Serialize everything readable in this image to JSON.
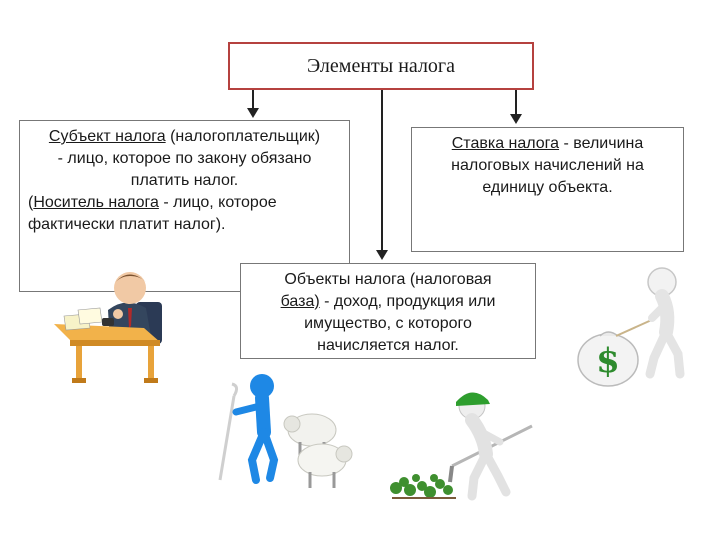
{
  "title": "Элементы  налога",
  "subject": {
    "term": "Субъект налога",
    "line1_rest": " (налогоплательщик)",
    "line2": "- лицо, которое по закону обязано",
    "line3": "платить налог.",
    "line4_prefix": "(",
    "carrier_term": "Носитель налога",
    "line4_rest": " - лицо, которое",
    "line5": "фактически платит налог)."
  },
  "rate": {
    "term": "Ставка налога",
    "line1_rest": " - величина",
    "line2": "налоговых начислений на",
    "line3": "единицу объекта."
  },
  "objects": {
    "line1": "Объекты налога (налоговая",
    "line2_term": "база)",
    "line2_rest": " - доход, продукция или",
    "line3": "имущество, с которого",
    "line4": "начисляется налог."
  },
  "colors": {
    "title_border": "#b5413f",
    "blue_figure": "#1e88e5",
    "green_cap": "#2e9e2e",
    "dollar": "#2e8b2e",
    "desk": "#e8a33a"
  },
  "icons": [
    "businessman-at-desk-clipart",
    "shepherd-with-sheep-clipart",
    "farmer-with-hoe-clipart",
    "figure-dragging-money-bag-clipart"
  ]
}
